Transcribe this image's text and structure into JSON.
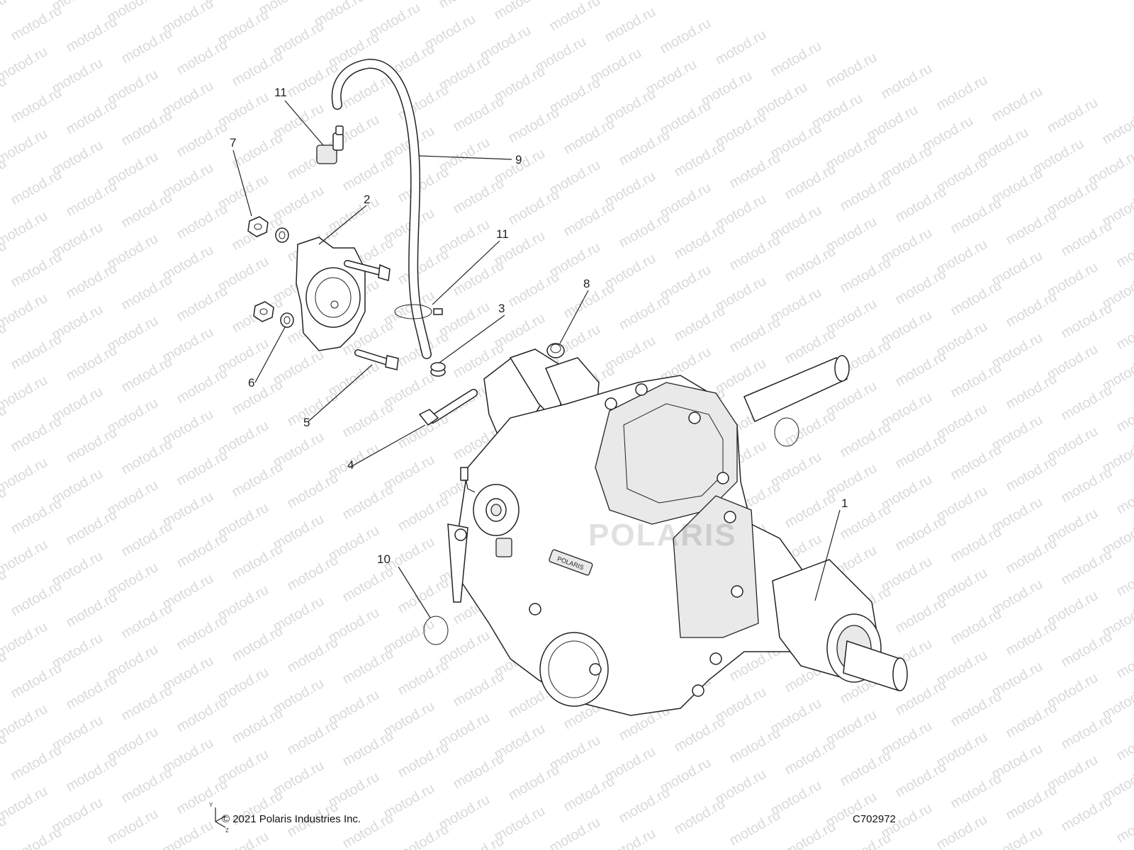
{
  "watermark": {
    "text": "motod.ru"
  },
  "callouts": [
    {
      "id": "1",
      "label": "1"
    },
    {
      "id": "2",
      "label": "2"
    },
    {
      "id": "3",
      "label": "3"
    },
    {
      "id": "4",
      "label": "4"
    },
    {
      "id": "5",
      "label": "5"
    },
    {
      "id": "6",
      "label": "6"
    },
    {
      "id": "7",
      "label": "7"
    },
    {
      "id": "8",
      "label": "8"
    },
    {
      "id": "9",
      "label": "9"
    },
    {
      "id": "10",
      "label": "10"
    },
    {
      "id": "11a",
      "label": "11"
    },
    {
      "id": "11b",
      "label": "11"
    }
  ],
  "footer": {
    "copyright": "© 2021 Polaris Industries Inc.",
    "drawing_number": "C702972",
    "axis_y": "Y",
    "axis_z": "Z"
  },
  "logos": {
    "housing_logo": "POLARIS",
    "watermark_logo": "POLARIS"
  }
}
